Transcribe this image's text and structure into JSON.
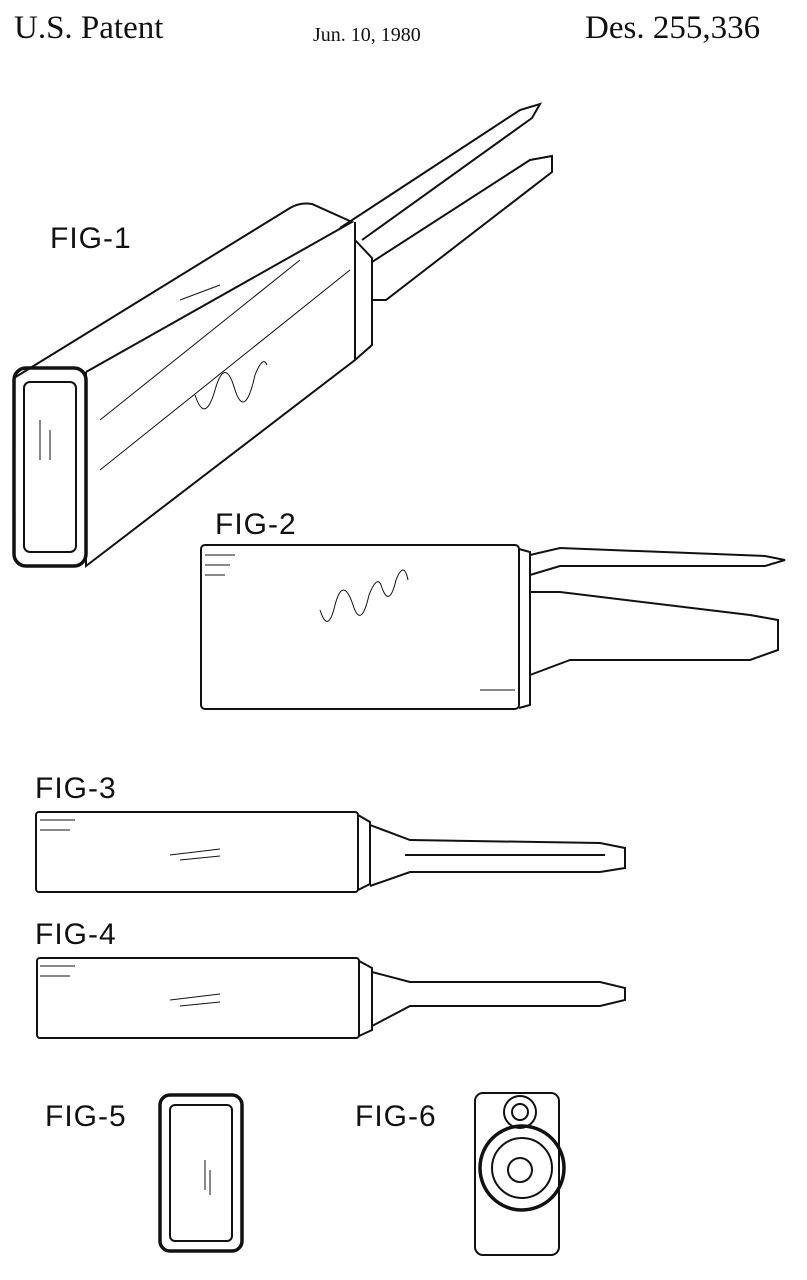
{
  "header": {
    "left": "U.S. Patent",
    "date": "Jun. 10, 1980",
    "patent_number": "Des. 255,336"
  },
  "figures": [
    {
      "label": "FIG-1"
    },
    {
      "label": "FIG-2"
    },
    {
      "label": "FIG-3"
    },
    {
      "label": "FIG-4"
    },
    {
      "label": "FIG-5"
    },
    {
      "label": "FIG-6"
    }
  ]
}
